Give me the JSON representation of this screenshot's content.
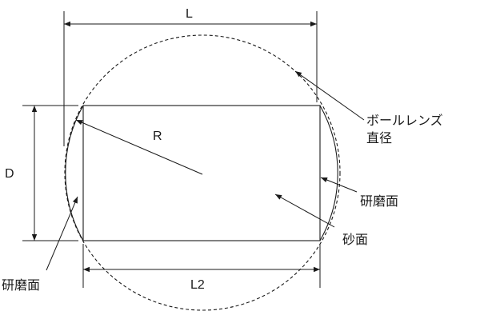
{
  "labels": {
    "L": "L",
    "L2": "L2",
    "D": "D",
    "R": "R",
    "ball_lens_line1": "ボールレンズ",
    "ball_lens_line2": "直径",
    "polished_right": "研磨面",
    "ground_surface": "砂面",
    "polished_left": "研磨面"
  }
}
